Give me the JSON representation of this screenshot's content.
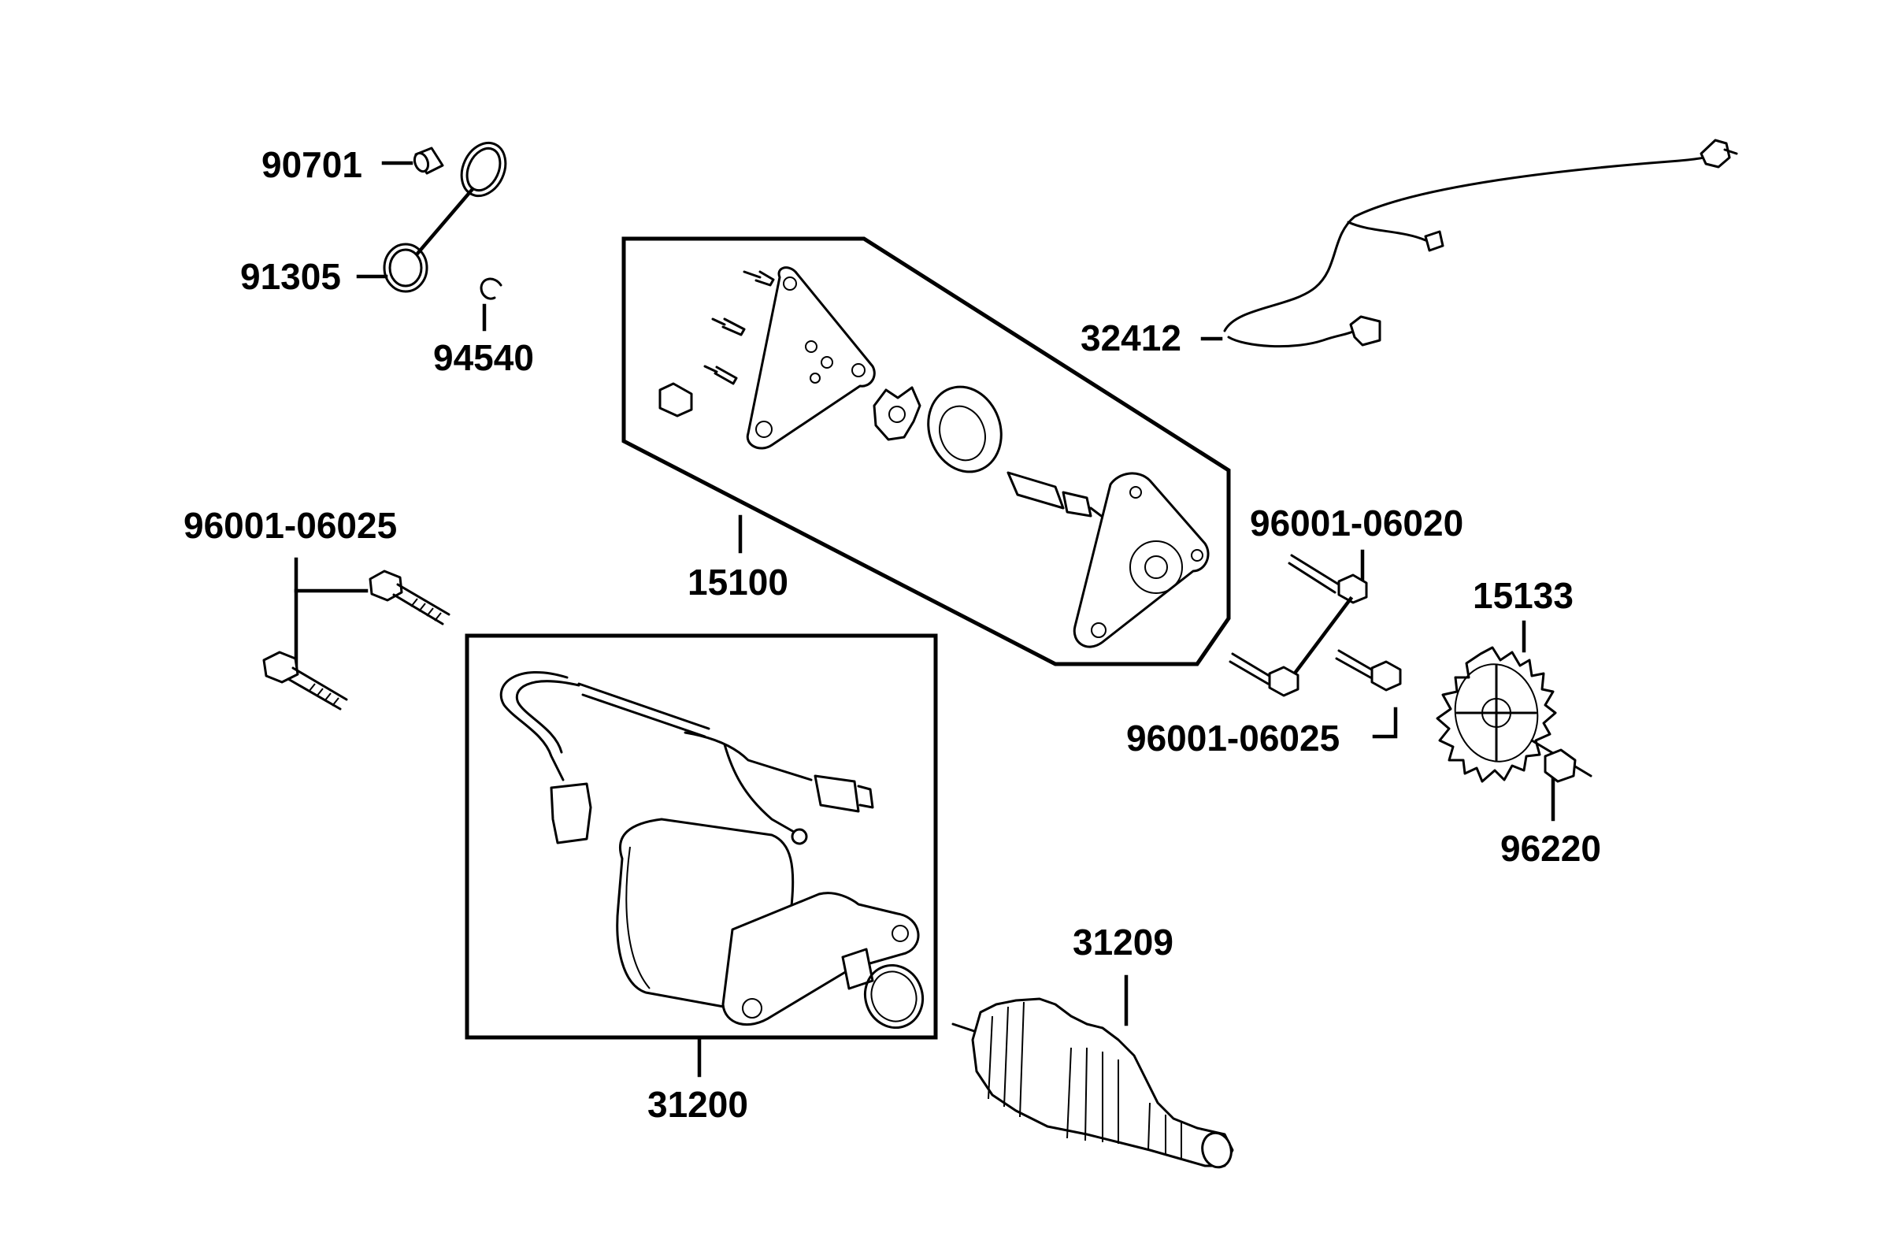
{
  "colors": {
    "line": "#000000",
    "background": "#ffffff"
  },
  "labels": {
    "p90701": "90701",
    "p91305": "91305",
    "p94540": "94540",
    "p32412": "32412",
    "p15100": "15100",
    "p96001_06025_left": "96001-06025",
    "p96001_06020": "96001-06020",
    "p96001_06025_right": "96001-06025",
    "p15133": "15133",
    "p96220": "96220",
    "p31209": "31209",
    "p31200": "31200"
  }
}
